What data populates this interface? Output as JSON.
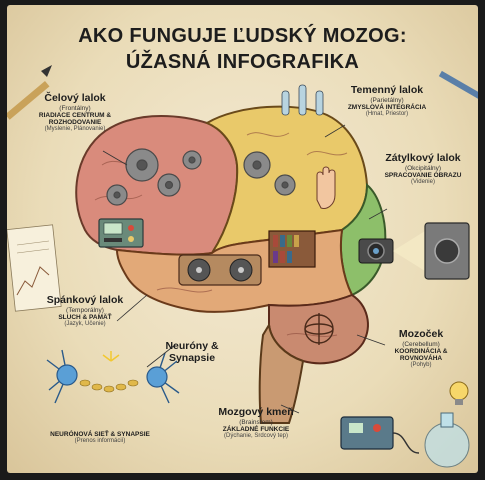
{
  "title": {
    "line1": "AKO FUNGUJE ĽUDSKÝ MOZOG:",
    "line2": "ÚŽASNÁ INFOGRAFIKA"
  },
  "lobes": {
    "frontal": {
      "name": "Čelový lalok",
      "latin": "(Frontálny)",
      "role": "RIADIACE CENTRUM & ROZHODOVANIE",
      "detail": "(Myslenie, Plánovanie)"
    },
    "parietal": {
      "name": "Temenný lalok",
      "latin": "(Parietálny)",
      "role": "ZMYSLOVÁ INTEGRÁCIA",
      "detail": "(Hmat, Priestor)"
    },
    "occipital": {
      "name": "Zátylkový lalok",
      "latin": "(Okcipitálny)",
      "role": "SPRACOVANIE OBRAZU",
      "detail": "(Videnie)"
    },
    "temporal": {
      "name": "Spánkový lalok",
      "latin": "(Temporálny)",
      "role": "SLUCH & PAMÄŤ",
      "detail": "(Jazyk, Učenie)"
    },
    "cerebellum": {
      "name": "Mozoček",
      "latin": "(Cerebellum)",
      "role": "KOORDINÁCIA & ROVNOVÁHA",
      "detail": "(Pohyb)"
    },
    "brainstem": {
      "name": "Mozgový kmeň",
      "latin": "(Brainstem)",
      "role": "ZÁKLADNÉ FUNKCIE",
      "detail": "(Dýchanie, Srdcový tep)"
    }
  },
  "neurons": {
    "name": "Neuróny & Synapsie",
    "role": "NEURÓNOVÁ SIEŤ & SYNAPSIE",
    "detail": "(Prenos informácií)"
  },
  "colors": {
    "frontal": "#d98b7c",
    "parietal": "#e9c96a",
    "occipital": "#8dbf6a",
    "temporal": "#e2a978",
    "cerebellum": "#c98a70",
    "brainstem": "#c99a72",
    "neuron": "#5a9fd6"
  }
}
